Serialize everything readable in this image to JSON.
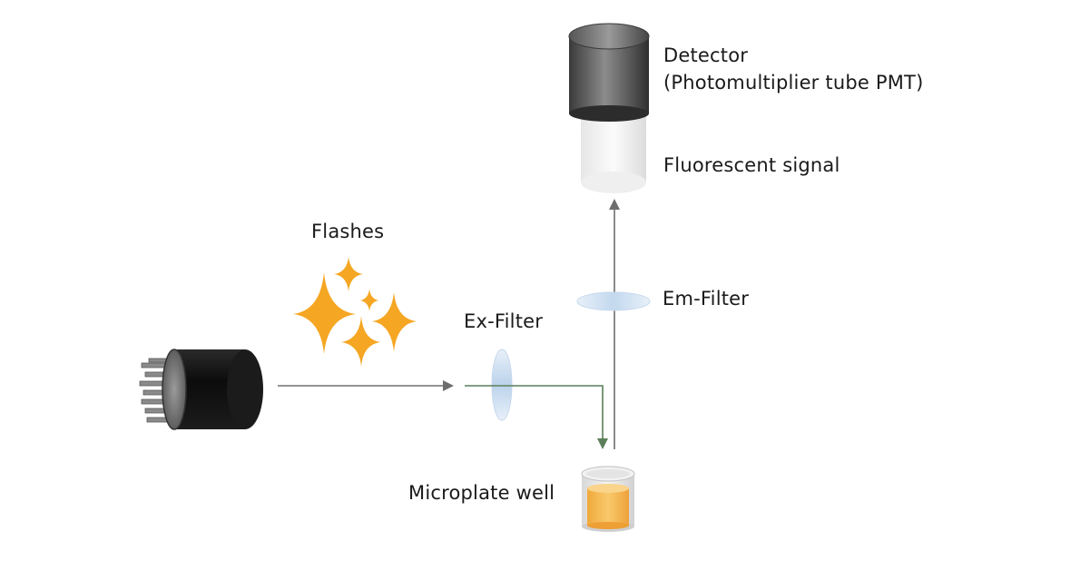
{
  "labels": {
    "detector_line1": "Detector",
    "detector_line2": "(Photomultiplier tube PMT)",
    "fluorescent_signal": "Fluorescent signal",
    "flashes": "Flashes",
    "em_filter": "Em-Filter",
    "ex_filter": "Ex-Filter",
    "microplate_well": "Microplate well"
  },
  "colors": {
    "flash": "#f5a623",
    "excitation_path": "#5a7f5a",
    "light_path": "#6e6e6e",
    "filter": "#cfe0f2",
    "liquid": "#f3b84f",
    "detector_body": "#4a4a4a",
    "lamp_body": "#111111"
  },
  "icons": {
    "lamp": "flash-lamp-icon",
    "detector": "pmt-detector-icon",
    "well": "microplate-well-icon",
    "sparkles": "sparkle-icon"
  }
}
